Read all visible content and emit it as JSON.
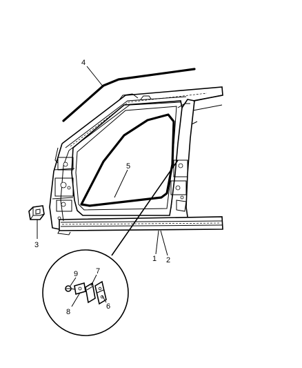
{
  "callouts": [
    {
      "id": "1",
      "part": "sill-rail"
    },
    {
      "id": "2",
      "part": "sill-rail-outer"
    },
    {
      "id": "3",
      "part": "bracket"
    },
    {
      "id": "4",
      "part": "roof-rail-weatherstrip"
    },
    {
      "id": "5",
      "part": "door-opening-weatherstrip"
    },
    {
      "id": "6",
      "part": "striker-plate"
    },
    {
      "id": "7",
      "part": "shim"
    },
    {
      "id": "8",
      "part": "striker"
    },
    {
      "id": "9",
      "part": "screw"
    }
  ]
}
